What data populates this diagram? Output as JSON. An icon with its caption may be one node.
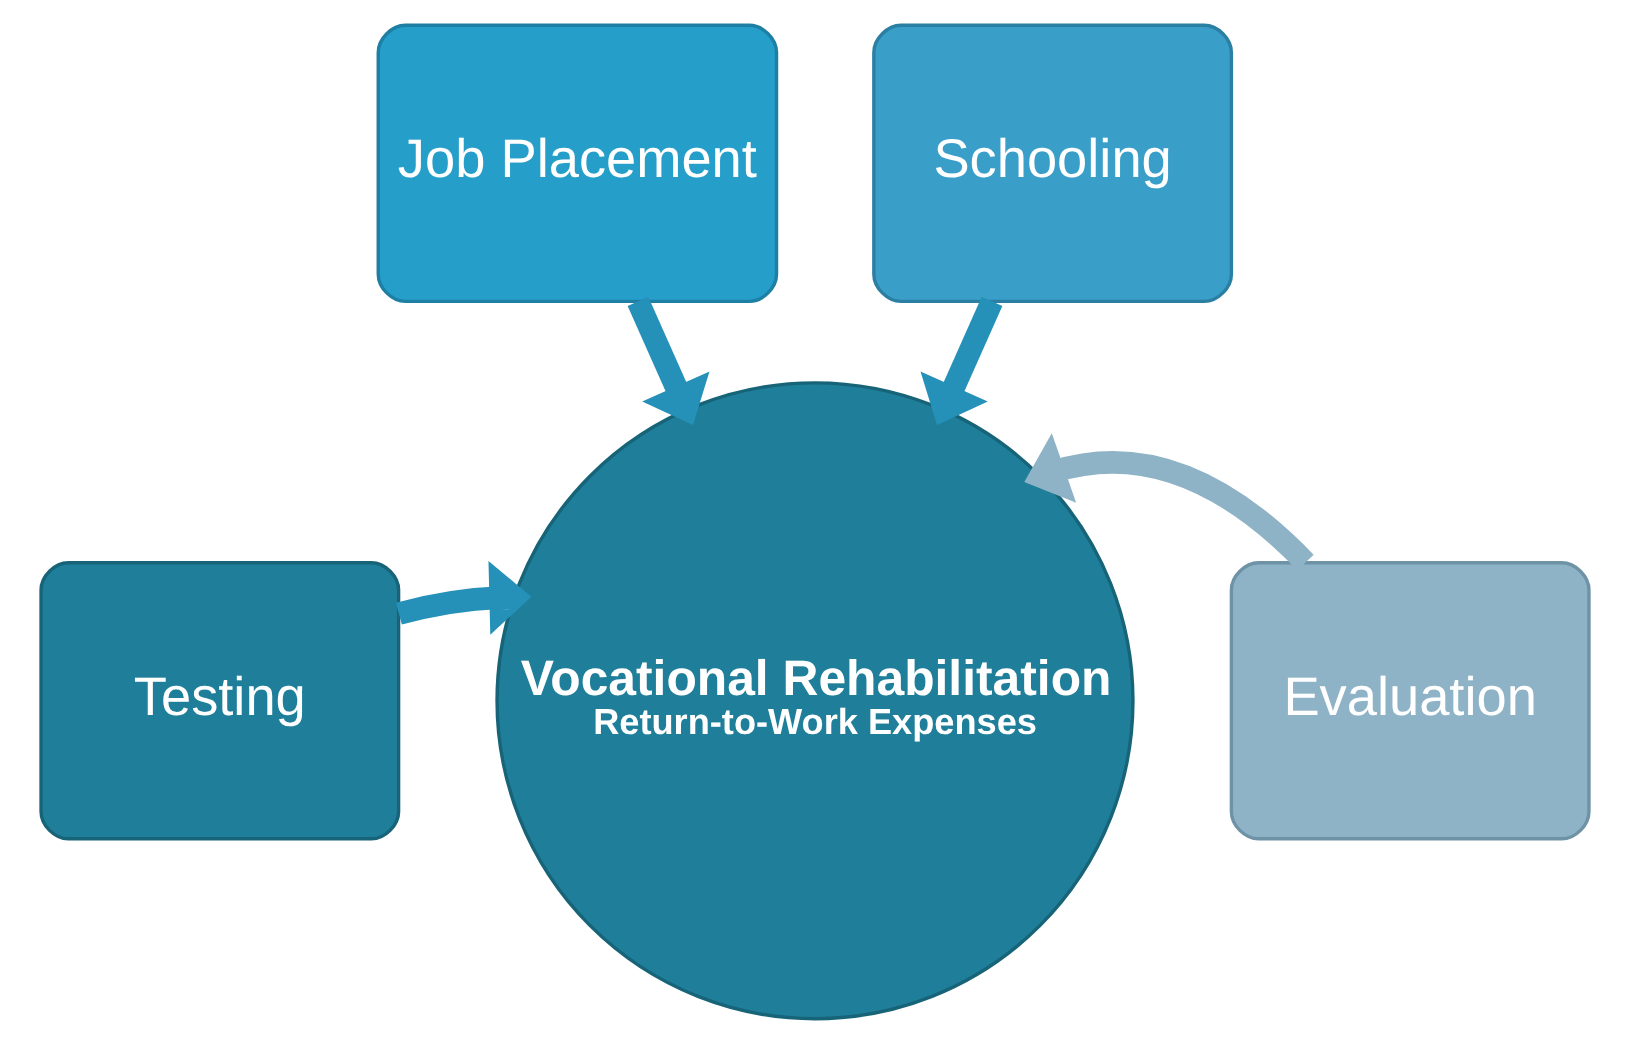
{
  "diagram": {
    "nodes": [
      {
        "text": [
          "Job Placement"
        ]
      },
      {
        "text": [
          "Schooling"
        ]
      },
      {
        "text": [
          "Testing"
        ]
      },
      {
        "text": [
          "Vocational Rehabilitation",
          "Return-to-Work Expenses"
        ]
      },
      {
        "text": [
          "Evaluation"
        ]
      }
    ],
    "edges": [
      {
        "from": 0,
        "to": 3,
        "arrow": "to"
      },
      {
        "from": 1,
        "to": 3,
        "arrow": "to"
      },
      {
        "from": 2,
        "to": 3,
        "arrow": "to"
      },
      {
        "from": 4,
        "to": 3,
        "arrow": "to",
        "color": "#8fb3c6"
      }
    ]
  }
}
